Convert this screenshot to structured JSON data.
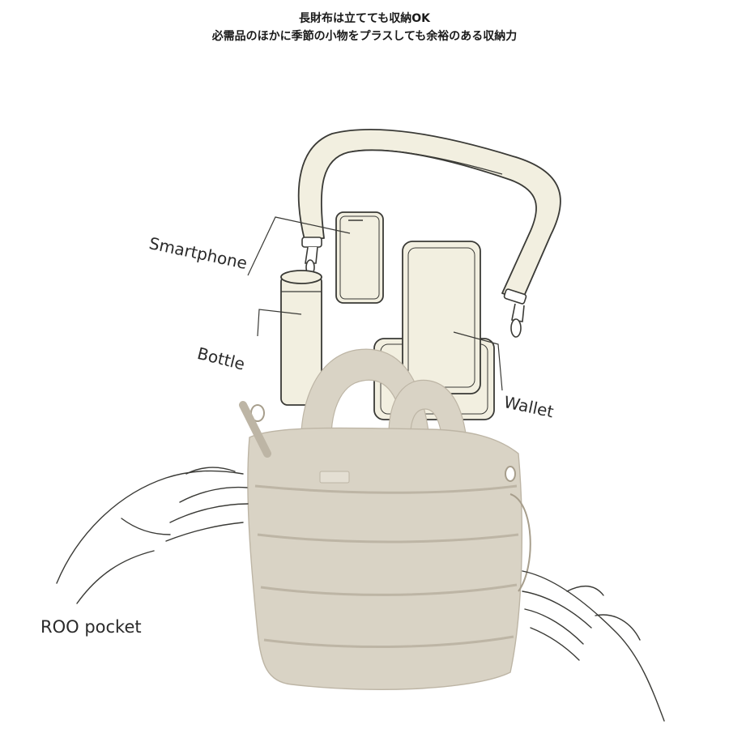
{
  "header": {
    "line1": "長財布は立てても収納OK",
    "line2": "必需品のほかに季節の小物をプラスしても余裕のある収納力"
  },
  "labels": {
    "smartphone": "Smartphone",
    "bottle": "Bottle",
    "wallet": "Wallet",
    "roo_pocket": "ROO pocket"
  },
  "colors": {
    "line": "#3a3a36",
    "cream": "#f2efe0",
    "bag": "#d9d3c5",
    "bag_shadow": "#bdb5a5",
    "bag_dark": "#a79e8c"
  }
}
